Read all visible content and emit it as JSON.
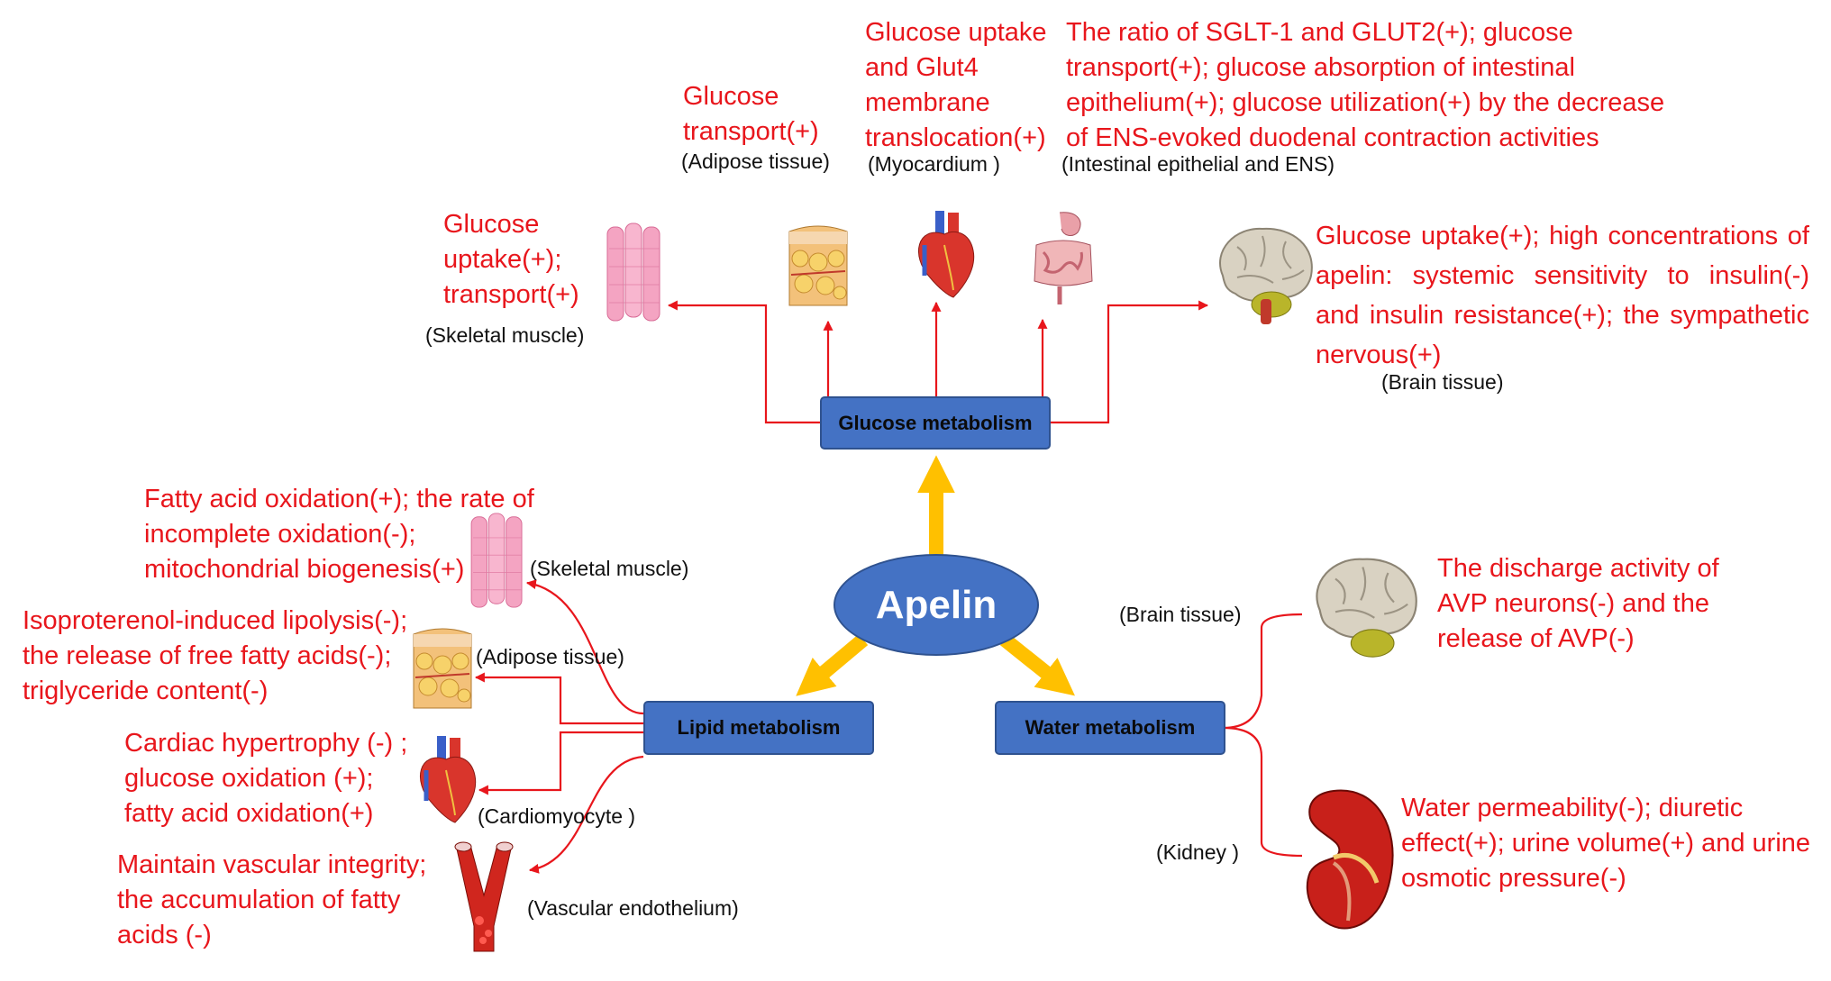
{
  "center": {
    "label": "Apelin"
  },
  "categories": {
    "glucose": "Glucose metabolism",
    "lipid": "Lipid metabolism",
    "water": "Water metabolism"
  },
  "glucose_effects": {
    "adipose": {
      "lines": [
        "Glucose",
        "transport(+)"
      ],
      "tissue": "(Adipose tissue)"
    },
    "myocardium": {
      "lines": [
        "Glucose uptake",
        "and Glut4",
        "membrane",
        "translocation(+)"
      ],
      "tissue": "(Myocardium )"
    },
    "intestinal": {
      "lines": [
        "The ratio of SGLT-1 and GLUT2(+); glucose",
        "transport(+); glucose absorption of intestinal",
        "epithelium(+); glucose utilization(+) by the decrease",
        "of ENS-evoked duodenal contraction activities"
      ],
      "tissue": "(Intestinal epithelial  and ENS)"
    },
    "skeletal": {
      "lines": [
        "Glucose",
        "uptake(+);",
        "transport(+)"
      ],
      "tissue": "(Skeletal muscle)"
    },
    "brain": {
      "lines": [
        "Glucose uptake(+); high concentrations of",
        "apelin: systemic sensitivity to insulin(-)",
        "and insulin resistance(+); the sympathetic",
        "nervous(+)"
      ],
      "tissue": "(Brain tissue)"
    }
  },
  "lipid_effects": {
    "skeletal": {
      "lines": [
        "Fatty acid oxidation(+); the rate of",
        "incomplete oxidation(-);",
        "mitochondrial biogenesis(+)"
      ],
      "tissue": "(Skeletal muscle)"
    },
    "adipose": {
      "lines": [
        "Isoproterenol-induced lipolysis(-);",
        "the release of free fatty acids(-);",
        "triglyceride content(-)"
      ],
      "tissue": "(Adipose tissue)"
    },
    "cardio": {
      "lines": [
        "Cardiac hypertrophy (-) ;",
        "glucose oxidation (+);",
        "fatty acid oxidation(+)"
      ],
      "tissue": "(Cardiomyocyte )"
    },
    "vascular": {
      "lines": [
        "Maintain vascular integrity;",
        "the accumulation of fatty",
        "acids (-)"
      ],
      "tissue": "(Vascular endothelium)"
    }
  },
  "water_effects": {
    "brain": {
      "lines": [
        "The discharge activity of",
        "AVP neurons(-) and the",
        "release of AVP(-)"
      ],
      "tissue": "(Brain tissue)"
    },
    "kidney": {
      "lines": [
        "Water permeability(-); diuretic",
        "effect(+); urine volume(+) and urine",
        "osmotic pressure(-)"
      ],
      "tissue": "(Kidney )"
    }
  },
  "colors": {
    "effect_text": "#e8161c",
    "box_fill": "#4472c4",
    "main_arrow": "#ffc000",
    "connector": "#e8161c"
  },
  "icons": [
    "muscle-fiber-icon",
    "adipose-tissue-icon",
    "heart-icon",
    "intestine-icon",
    "brain-icon",
    "blood-vessel-icon",
    "kidney-icon"
  ]
}
